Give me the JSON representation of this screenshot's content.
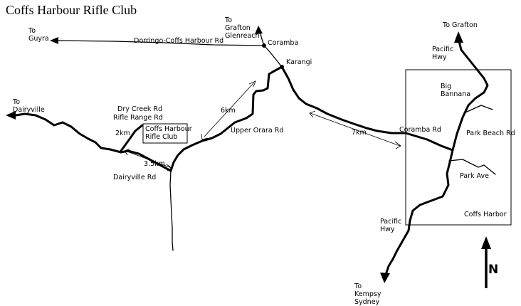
{
  "title": "Coffs Harbour Rifle Club",
  "destinations": {
    "to_guyra": "To\nGuyra",
    "to_grafton_glenreach": "To\nGrafton\nGlenreach",
    "to_grafton": "To Grafton",
    "to_dairyville": "To\nDairyville",
    "to_kempsy_sydney": "To\nKempsy\nSydney"
  },
  "roads": {
    "dorringo": "Dorringo-Coffs Harbour Rd",
    "upper_orara": "Upper Orara Rd",
    "coramba_rd": "Coramba Rd",
    "park_beach_rd": "Park Beach Rd",
    "park_ave": "Park Ave",
    "dairyville_rd": "Dairyville Rd",
    "dry_creek_rd": "Dry Creek Rd",
    "rifle_range_rd": "Rifle Range Rd",
    "pacific_hwy_north": "Pacific\nHwy",
    "pacific_hwy_south": "Pacific\nHwy"
  },
  "places": {
    "coramba": "Coramba",
    "karangi": "Karangi",
    "big_bannana": "Big\nBannana",
    "coffs_harbor": "Coffs Harbor",
    "rifle_club": "Coffs Harbour\nRifle Club"
  },
  "distances": {
    "six_km": "6km",
    "seven_km": "7km",
    "two_km": "2km",
    "three_point_five_km": "3.5km"
  },
  "compass": "N",
  "colors": {
    "ink": "#000000",
    "background": "#ffffff"
  }
}
